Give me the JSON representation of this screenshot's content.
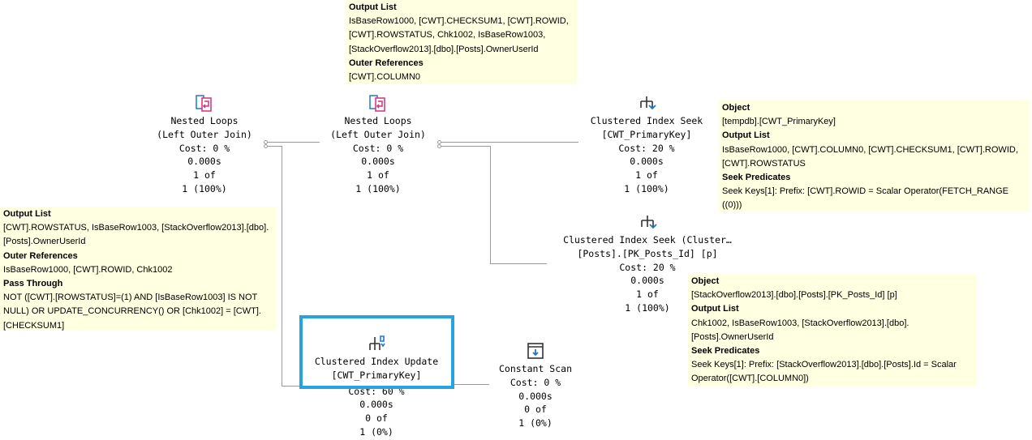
{
  "nodes": {
    "nl1": {
      "l1": "Nested Loops",
      "l2": "(Left Outer Join)",
      "cost": "Cost: 0 %",
      "time": "0.000s",
      "rows_of": "1 of",
      "rows_pct": "1 (100%)",
      "icon": "nested-loops-icon"
    },
    "nl2": {
      "l1": "Nested Loops",
      "l2": "(Left Outer Join)",
      "cost": "Cost: 0 %",
      "time": "0.000s",
      "rows_of": "1 of",
      "rows_pct": "1 (100%)",
      "icon": "nested-loops-icon"
    },
    "cis1": {
      "l1": "Clustered Index Seek",
      "l2": "[CWT_PrimaryKey]",
      "cost": "Cost: 20 %",
      "time": "0.000s",
      "rows_of": "1 of",
      "rows_pct": "1 (100%)",
      "icon": "clustered-index-seek-icon"
    },
    "cis2": {
      "l1": "Clustered Index Seek (Cluster…",
      "l2": "[Posts].[PK_Posts_Id] [p]",
      "cost": "Cost: 20 %",
      "time": "0.000s",
      "rows_of": "1 of",
      "rows_pct": "1 (100%)",
      "icon": "clustered-index-seek-icon"
    },
    "ciu": {
      "l1": "Clustered Index Update",
      "l2": "[CWT_PrimaryKey]",
      "cost": "Cost: 60 %",
      "time": "0.000s",
      "rows_of": "0 of",
      "rows_pct": "1 (0%)",
      "icon": "clustered-index-update-icon"
    },
    "cs": {
      "l1": "Constant Scan",
      "cost": "Cost: 0 %",
      "time": "0.000s",
      "rows_of": "0 of",
      "rows_pct": "1 (0%)",
      "icon": "constant-scan-icon"
    }
  },
  "tooltips": {
    "nl2": {
      "output_list_h": "Output List",
      "output_list": [
        "IsBaseRow1000, [CWT].CHECKSUM1, [CWT].ROWID,",
        "[CWT].ROWSTATUS, Chk1002, IsBaseRow1003,",
        "[StackOverflow2013].[dbo].[Posts].OwnerUserId"
      ],
      "outer_refs_h": "Outer References",
      "outer_refs": [
        "[CWT].COLUMN0"
      ]
    },
    "nl1": {
      "output_list_h": "Output List",
      "output_list": [
        "[CWT].ROWSTATUS, IsBaseRow1003, [StackOverflow2013].[dbo].",
        "[Posts].OwnerUserId"
      ],
      "outer_refs_h": "Outer References",
      "outer_refs": [
        "IsBaseRow1000, [CWT].ROWID, Chk1002"
      ],
      "pass_through_h": "Pass Through",
      "pass_through": [
        "NOT ([CWT].[ROWSTATUS]=(1) AND [IsBaseRow1003] IS NOT",
        "NULL) OR UPDATE_CONCURRENCY() OR [Chk1002] = [CWT].",
        "[CHECKSUM1]"
      ]
    },
    "cis1": {
      "object_h": "Object",
      "object": [
        "[tempdb].[CWT_PrimaryKey]"
      ],
      "output_list_h": "Output List",
      "output_list": [
        "IsBaseRow1000, [CWT].COLUMN0, [CWT].CHECKSUM1, [CWT].ROWID,",
        "[CWT].ROWSTATUS"
      ],
      "seek_h": "Seek Predicates",
      "seek": [
        "Seek Keys[1]: Prefix: [CWT].ROWID = Scalar Operator(FETCH_RANGE",
        "((0)))"
      ]
    },
    "cis2": {
      "object_h": "Object",
      "object": [
        "[StackOverflow2013].[dbo].[Posts].[PK_Posts_Id] [p]"
      ],
      "output_list_h": "Output List",
      "output_list": [
        "Chk1002, IsBaseRow1003, [StackOverflow2013].[dbo].",
        "[Posts].OwnerUserId"
      ],
      "seek_h": "Seek Predicates",
      "seek": [
        "Seek Keys[1]: Prefix: [StackOverflow2013].[dbo].[Posts].Id = Scalar",
        "Operator([CWT].[COLUMN0])"
      ]
    }
  },
  "colors": {
    "tooltip_bg": "#ffffe1",
    "selection": "#29a3e0",
    "connector": "#9a9a9a",
    "icon_blue": "#1e78c8",
    "icon_magenta": "#d0307f"
  }
}
